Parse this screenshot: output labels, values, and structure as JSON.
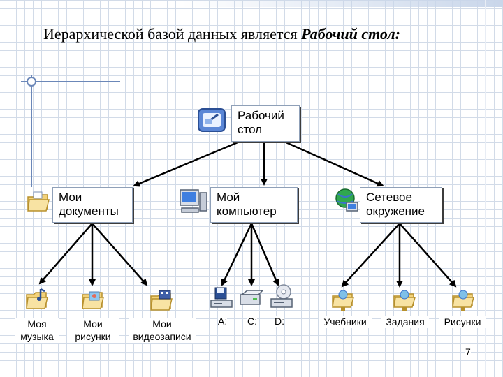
{
  "title_prefix": "Иерархической базой данных является",
  "title_emph": "Рабочий стол:",
  "root": "Рабочий\nстол",
  "level1": {
    "documents": "Мои\nдокументы",
    "computer": "Мой\nкомпьютер",
    "network": "Сетевое\nокружение"
  },
  "leaves": {
    "music": "Моя\nмузыка",
    "pictures": "Мои\nрисунки",
    "videos": "Мои\nвидеозаписи",
    "drive_a": "A:",
    "drive_c": "C:",
    "drive_d": "D:",
    "net_textbooks": "Учебники",
    "net_tasks": "Задания",
    "net_pictures": "Рисунки"
  },
  "page_number": "7",
  "colors": {
    "line": "#000000",
    "box_border": "#8fa0b8",
    "shadow": "#3c3c3c",
    "grid": "#d2dbe8"
  }
}
